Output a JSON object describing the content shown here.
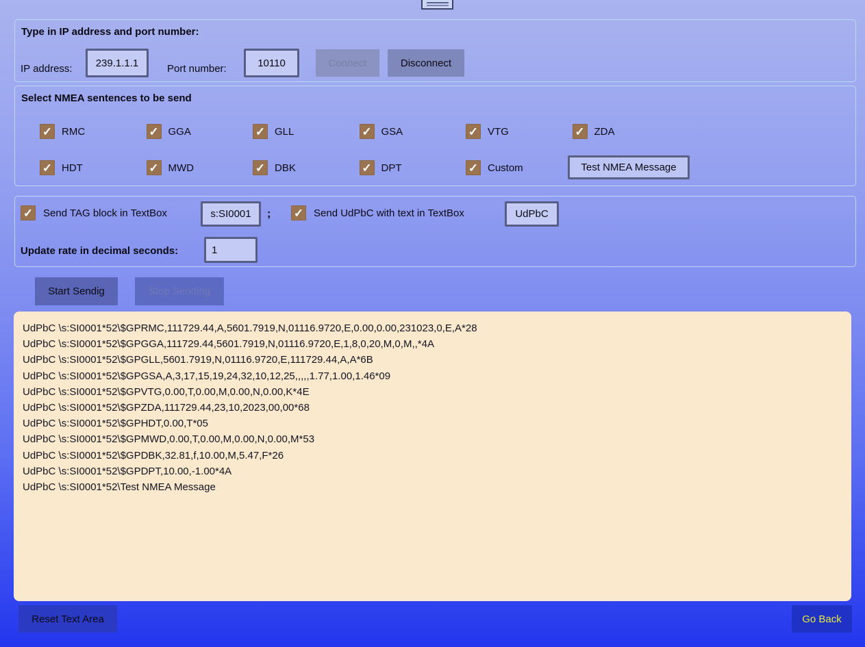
{
  "colors": {
    "bg_top": "#a9b3ef",
    "bg_bottom": "#2336ee",
    "groupbox_border": "#bdd8f2",
    "textbox_fill": "#c4cbf4",
    "textbox_border": "#565e85",
    "checkbox_brown": "#9a7451",
    "textarea_cream": "#fbe9ce",
    "goback_text": "#e8ea3a"
  },
  "icons": {
    "drag_handle": "double-line-handle",
    "checkbox_check": "✓"
  },
  "connection": {
    "title": "Type in IP address and port number:",
    "ip_label": "IP address:",
    "ip_value": "239.1.1.1",
    "port_label": "Port number:",
    "port_value": "10110",
    "connect_label": "Connect",
    "disconnect_label": "Disconnect"
  },
  "nmea": {
    "title": "Select NMEA sentences to be send",
    "row1": [
      {
        "label": "RMC",
        "checked": true
      },
      {
        "label": "GGA",
        "checked": true
      },
      {
        "label": "GLL",
        "checked": true
      },
      {
        "label": "GSA",
        "checked": true
      },
      {
        "label": "VTG",
        "checked": true
      },
      {
        "label": "ZDA",
        "checked": true
      }
    ],
    "row2": [
      {
        "label": "HDT",
        "checked": true
      },
      {
        "label": "MWD",
        "checked": true
      },
      {
        "label": "DBK",
        "checked": true
      },
      {
        "label": "DPT",
        "checked": true
      },
      {
        "label": "Custom",
        "checked": true
      }
    ],
    "test_message_value": "Test NMEA Message"
  },
  "tag": {
    "tag_checkbox_label": "Send TAG block in TextBox",
    "tag_value": "s:SI0001",
    "separator": ";",
    "udpbc_checkbox_label": "Send UdPbC with text in TextBox",
    "udpbc_value": "UdPbC",
    "update_rate_label": "Update rate in decimal seconds:",
    "update_rate_value": "1"
  },
  "actions": {
    "start_label": "Start Sendig",
    "stop_label": "Stop Sending"
  },
  "output": {
    "lines": [
      "UdPbC \\s:SI0001*52\\$GPRMC,111729.44,A,5601.7919,N,01116.9720,E,0.00,0.00,231023,0,E,A*28",
      "UdPbC \\s:SI0001*52\\$GPGGA,111729.44,5601.7919,N,01116.9720,E,1,8,0,20,M,0,M,,*4A",
      "UdPbC \\s:SI0001*52\\$GPGLL,5601.7919,N,01116.9720,E,111729.44,A,A*6B",
      "UdPbC \\s:SI0001*52\\$GPGSA,A,3,17,15,19,24,32,10,12,25,,,,,1.77,1.00,1.46*09",
      "UdPbC \\s:SI0001*52\\$GPVTG,0.00,T,0.00,M,0.00,N,0.00,K*4E",
      "UdPbC \\s:SI0001*52\\$GPZDA,111729.44,23,10,2023,00,00*68",
      "UdPbC \\s:SI0001*52\\$GPHDT,0.00,T*05",
      "UdPbC \\s:SI0001*52\\$GPMWD,0.00,T,0.00,M,0.00,N,0.00,M*53",
      "UdPbC \\s:SI0001*52\\$GPDBK,32.81,f,10.00,M,5.47,F*26",
      "UdPbC \\s:SI0001*52\\$GPDPT,10.00,-1.00*4A",
      "UdPbC \\s:SI0001*52\\Test NMEA Message"
    ]
  },
  "footer": {
    "reset_label": "Reset Text Area",
    "go_back_label": "Go Back"
  }
}
